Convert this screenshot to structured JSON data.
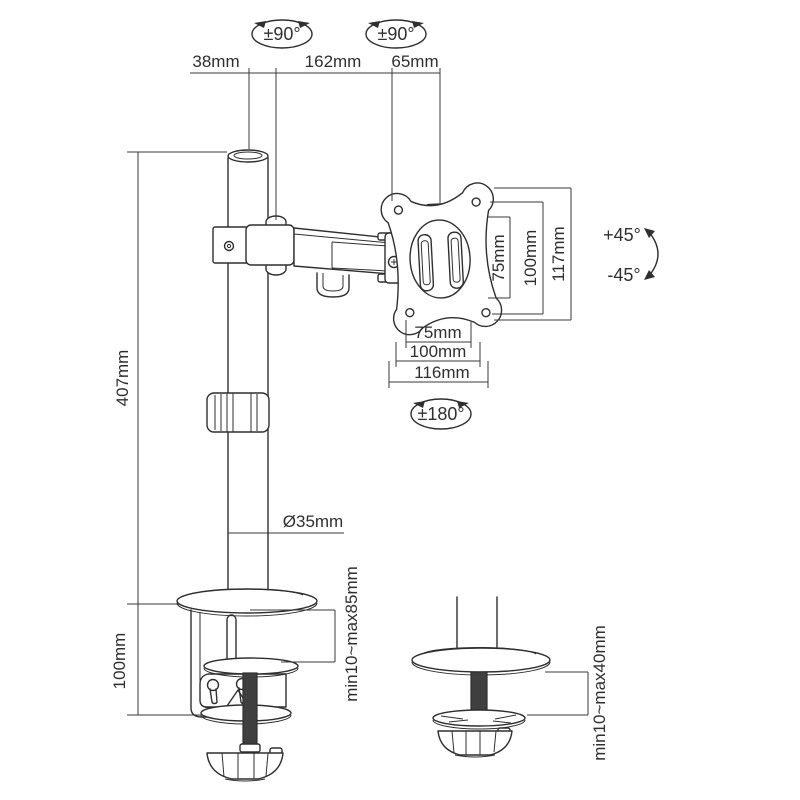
{
  "diagram": {
    "subject": "desk-mount-monitor-arm-dimensional-drawing",
    "background": "#ffffff",
    "line_color": "#2f2f2f",
    "dimensions": {
      "top_offset": "38mm",
      "arm_reach": "162mm",
      "head_depth": "65mm",
      "pole_height": "407mm",
      "clamp_body_height": "100mm",
      "pole_diameter": "Ø35mm",
      "vesa_vertical_inner": "75mm",
      "vesa_vertical_outer": "100mm",
      "plate_height": "117mm",
      "vesa_horizontal_inner": "75mm",
      "vesa_horizontal_outer": "100mm",
      "plate_width": "116mm",
      "desk_clamp_range": "min10~max85mm",
      "grommet_range": "min10~max40mm"
    },
    "rotations": {
      "pole_swivel": "±90°",
      "head_swivel": "±90°",
      "vesa_rotate": "±180°",
      "tilt_up": "+45°",
      "tilt_down": "-45°"
    }
  }
}
